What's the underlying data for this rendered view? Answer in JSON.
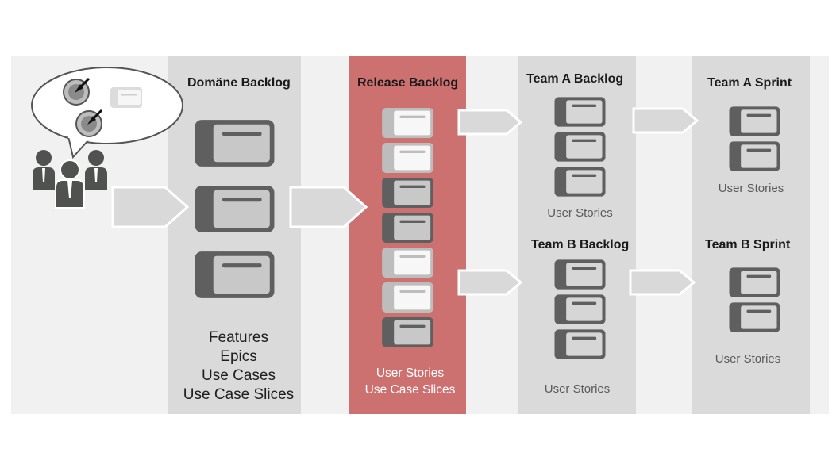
{
  "columns": {
    "domain": {
      "title": "Domäne Backlog",
      "items": [
        "Features",
        "Epics",
        "Use Cases",
        "Use Case Slices"
      ]
    },
    "release": {
      "title": "Release Backlog",
      "items": [
        "User Stories",
        "Use Case Slices"
      ]
    },
    "team_a_backlog": {
      "title": "Team A Backlog",
      "label": "User Stories"
    },
    "team_b_backlog": {
      "title": "Team B Backlog",
      "label": "User Stories"
    },
    "team_a_sprint": {
      "title": "Team A Sprint",
      "label": "User Stories"
    },
    "team_b_sprint": {
      "title": "Team B Sprint",
      "label": "User Stories"
    }
  },
  "colors": {
    "band": "#f1f1f1",
    "column": "#dadada",
    "release_column": "#cd7070",
    "item_dark": "#5f5f5f",
    "item_face": "#c8c8c8",
    "item_light": "#f4f4f4",
    "arrow_fill": "#d9d9d9"
  },
  "icons": [
    "stakeholders-icon",
    "speech-bubble-icon",
    "target-icon",
    "backlog-item-icon",
    "flow-arrow-icon"
  ]
}
